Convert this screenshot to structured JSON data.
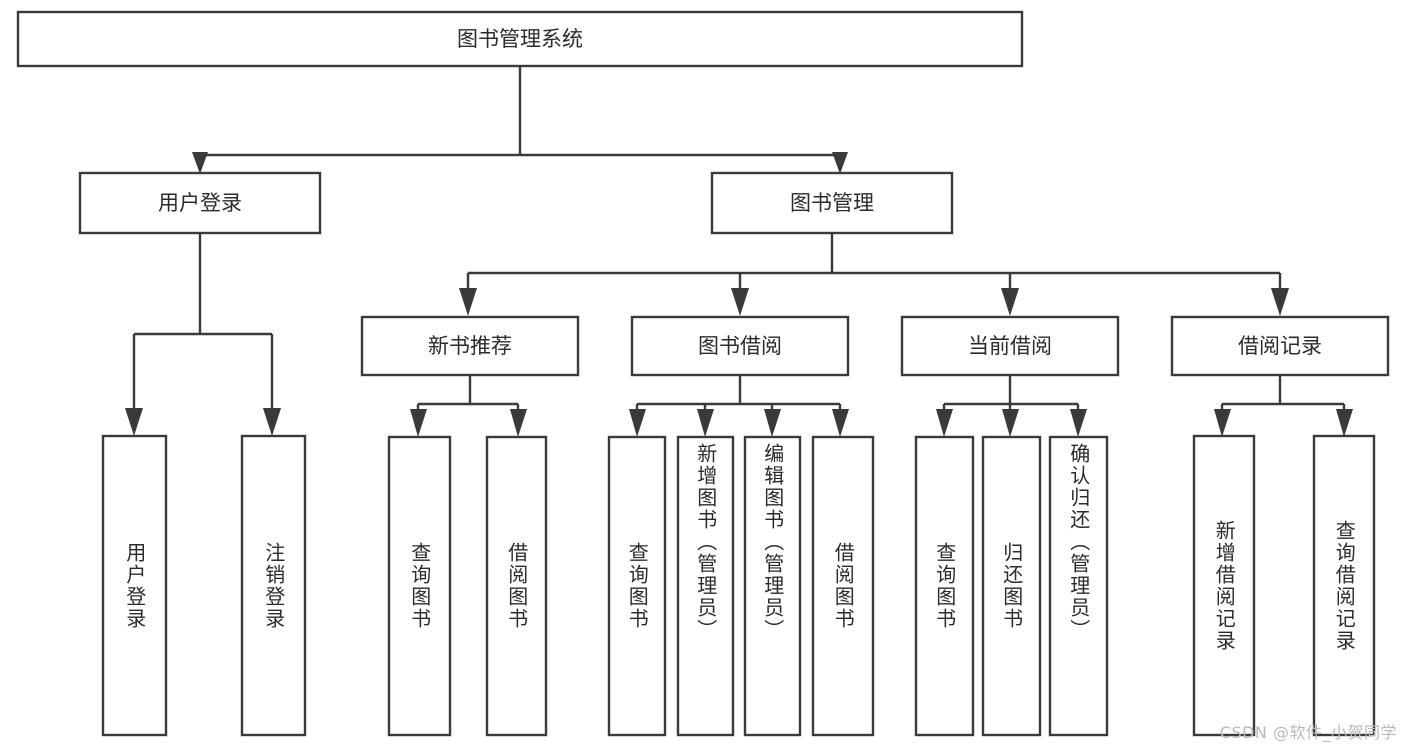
{
  "diagram": {
    "title": "图书管理系统",
    "type": "tree",
    "watermark": "CSDN @软件_小贺同学",
    "colors": {
      "stroke": "#3a3a3a",
      "fill": "#ffffff",
      "text": "#2b2b2b",
      "watermark": "#b9b9b9",
      "background": "#ffffff"
    },
    "levels": {
      "root": "图书管理系统",
      "level2": [
        "用户登录",
        "图书管理"
      ],
      "level3": [
        "新书推荐",
        "图书借阅",
        "当前借阅",
        "借阅记录"
      ]
    },
    "nodes": {
      "root": {
        "label": "图书管理系统"
      },
      "user_login": {
        "label": "用户登录"
      },
      "book_manage": {
        "label": "图书管理"
      },
      "new_book_rec": {
        "label": "新书推荐"
      },
      "book_borrow": {
        "label": "图书借阅"
      },
      "current_borrow": {
        "label": "当前借阅"
      },
      "borrow_record": {
        "label": "借阅记录"
      },
      "leaf_1": {
        "label": "用户登录"
      },
      "leaf_2": {
        "label": "注销登录"
      },
      "leaf_3": {
        "label": "查询图书"
      },
      "leaf_4": {
        "label": "借阅图书"
      },
      "leaf_5": {
        "label": "查询图书"
      },
      "leaf_6": {
        "label": "新增图书（管理员）"
      },
      "leaf_7": {
        "label": "编辑图书（管理员）"
      },
      "leaf_8": {
        "label": "借阅图书"
      },
      "leaf_9": {
        "label": "查询图书"
      },
      "leaf_10": {
        "label": "归还图书"
      },
      "leaf_11": {
        "label": "确认归还（管理员）"
      },
      "leaf_12": {
        "label": "新增借阅记录"
      },
      "leaf_13": {
        "label": "查询借阅记录"
      }
    },
    "edges": [
      {
        "from": "root",
        "to": "user_login"
      },
      {
        "from": "root",
        "to": "book_manage"
      },
      {
        "from": "user_login",
        "to": "leaf_1"
      },
      {
        "from": "user_login",
        "to": "leaf_2"
      },
      {
        "from": "book_manage",
        "to": "new_book_rec"
      },
      {
        "from": "book_manage",
        "to": "book_borrow"
      },
      {
        "from": "book_manage",
        "to": "current_borrow"
      },
      {
        "from": "book_manage",
        "to": "borrow_record"
      },
      {
        "from": "new_book_rec",
        "to": "leaf_3"
      },
      {
        "from": "new_book_rec",
        "to": "leaf_4"
      },
      {
        "from": "book_borrow",
        "to": "leaf_5"
      },
      {
        "from": "book_borrow",
        "to": "leaf_6"
      },
      {
        "from": "book_borrow",
        "to": "leaf_7"
      },
      {
        "from": "book_borrow",
        "to": "leaf_8"
      },
      {
        "from": "current_borrow",
        "to": "leaf_9"
      },
      {
        "from": "current_borrow",
        "to": "leaf_10"
      },
      {
        "from": "current_borrow",
        "to": "leaf_11"
      },
      {
        "from": "borrow_record",
        "to": "leaf_12"
      },
      {
        "from": "borrow_record",
        "to": "leaf_13"
      }
    ]
  }
}
